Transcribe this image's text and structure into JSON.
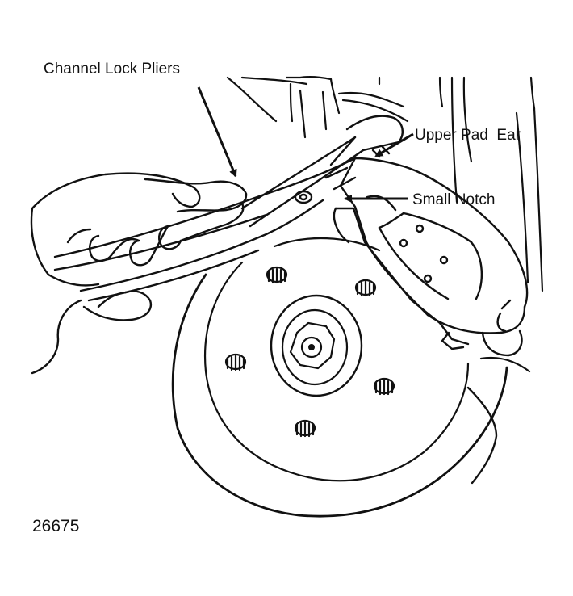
{
  "labels": {
    "pliers": "Channel Lock Pliers",
    "upper_pad_ear": "Upper Pad  Ear",
    "small_notch": "Small Notch"
  },
  "figure_number": "26675",
  "colors": {
    "ink": "#111111",
    "paper": "#ffffff"
  }
}
